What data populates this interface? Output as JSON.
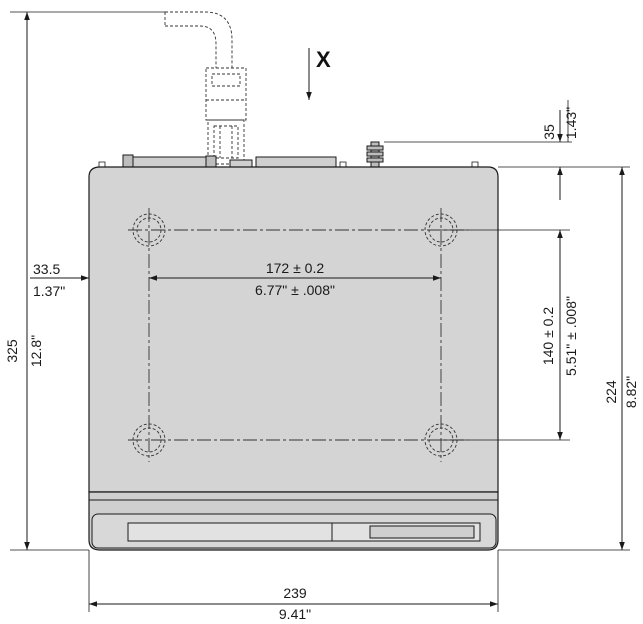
{
  "view_marker": "X",
  "dims": {
    "height_total": {
      "mm": "325",
      "in": "12.8\""
    },
    "height_body": {
      "mm": "224",
      "in": "8.82\""
    },
    "top_offset": {
      "mm": "35",
      "in": "1.43\""
    },
    "hole_vertical": {
      "mm": "140 ± 0.2",
      "in": "5.51\" ± .008\""
    },
    "hole_horizontal": {
      "mm": "172 ± 0.2",
      "in": "6.77\" ± .008\""
    },
    "left_offset": {
      "mm": "33.5",
      "in": "1.37\""
    },
    "width_total": {
      "mm": "239",
      "in": "9.41\""
    }
  },
  "colors": {
    "body": "#d4d4d4",
    "body_dark": "#bdbdbd",
    "line": "#1a1a1a"
  }
}
